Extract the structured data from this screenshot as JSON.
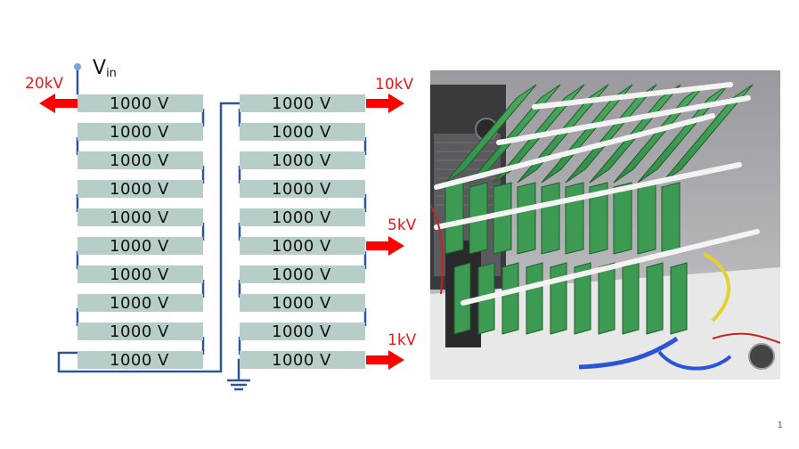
{
  "diagram": {
    "input_label": "V",
    "input_label_sub": "in",
    "left_stack": [
      "1000 V",
      "1000 V",
      "1000 V",
      "1000 V",
      "1000 V",
      "1000 V",
      "1000 V",
      "1000 V",
      "1000 V",
      "1000 V"
    ],
    "right_stack": [
      "1000 V",
      "1000 V",
      "1000 V",
      "1000 V",
      "1000 V",
      "1000 V",
      "1000 V",
      "1000 V",
      "1000 V",
      "1000 V"
    ],
    "taps": {
      "top_left": "20kV",
      "top_right": "10kV",
      "mid_right": "5kV",
      "bottom_right": "1kV"
    },
    "colors": {
      "cell_fill": "#b6cdc8",
      "wire": "#2f5597",
      "arrow": "#ff0000",
      "tap_text": "#e8191b"
    }
  },
  "photo": {
    "subject": "stacked high-voltage circuit boards"
  },
  "page_number": "1"
}
